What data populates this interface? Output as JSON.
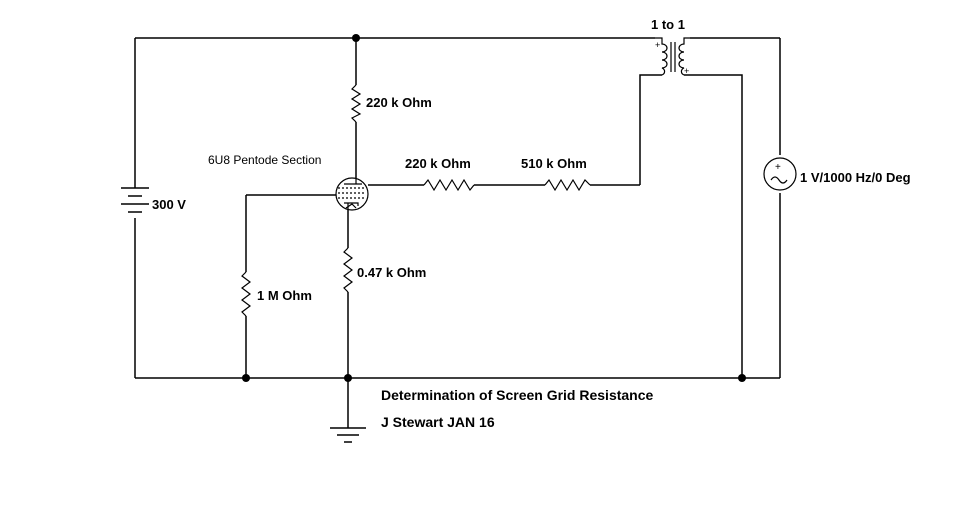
{
  "components": {
    "plate_resistor": "220 k Ohm",
    "tube": "6U8 Pentode Section",
    "grid_resistor_1": "220 k Ohm",
    "grid_resistor_2": "510 k Ohm",
    "cathode_resistor": "0.47 k Ohm",
    "grid_leak_resistor": "1 M Ohm",
    "battery": "300 V",
    "transformer": "1 to 1",
    "source": "1 V/1000 Hz/0 Deg"
  },
  "caption": {
    "title": "Determination of Screen Grid Resistance",
    "author": "J Stewart JAN 16"
  }
}
